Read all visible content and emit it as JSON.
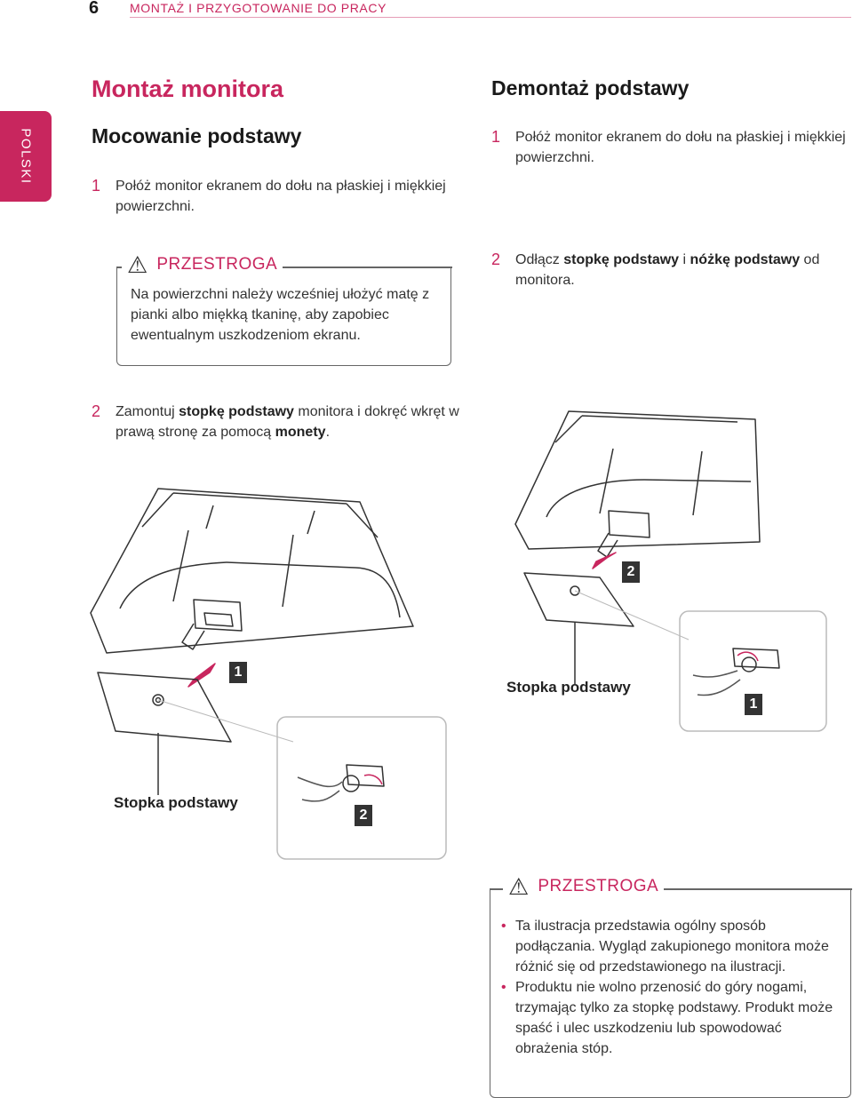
{
  "header": {
    "page_number": "6",
    "chapter": "MONTAŻ I PRZYGOTOWANIE DO PRACY"
  },
  "language_tab": "POLSKI",
  "main_title": "Montaż monitora",
  "mounting": {
    "title": "Mocowanie podstawy",
    "step1": {
      "number": "1",
      "text": "Połóż monitor ekranem do dołu na płaskiej i miękkiej powierzchni."
    },
    "caution": {
      "label": "PRZESTROGA",
      "text": "Na powierzchni należy wcześniej ułożyć matę z pianki albo miękką tkaninę, aby zapobiec ewentualnym uszkodzeniom ekranu."
    },
    "step2": {
      "number": "2",
      "pre": "Zamontuj ",
      "bold1": "stopkę podstawy",
      "mid": " monitora i dokręć wkręt w prawą stronę za pomocą ",
      "bold2": "monety",
      "post": "."
    },
    "illustration": {
      "part_label": "Stopka podstawy",
      "callout_1": "1",
      "callout_2": "2"
    }
  },
  "dismounting": {
    "title": "Demontaż podstawy",
    "step1": {
      "number": "1",
      "text": "Połóż monitor ekranem do dołu na płaskiej i miękkiej powierzchni."
    },
    "step2": {
      "number": "2",
      "pre": "Odłącz ",
      "bold1": "stopkę podstawy",
      "mid": " i ",
      "bold2": "nóżkę podstawy",
      "post": " od monitora."
    },
    "illustration": {
      "part_label": "Stopka podstawy",
      "callout_1": "1",
      "callout_2": "2"
    }
  },
  "caution2": {
    "label": "PRZESTROGA",
    "items": [
      "Ta ilustracja przedstawia ogólny sposób podłączania. Wygląd zakupionego monitora może różnić się od przedstawionego na ilustracji.",
      "Produktu nie wolno przenosić do góry nogami, trzymając tylko za stopkę podstawy. Produkt może spaść i ulec uszkodzeniu lub spowodować obrażenia stóp."
    ]
  },
  "colors": {
    "accent": "#c8265e",
    "text": "#333333",
    "line_art": "#333333"
  }
}
